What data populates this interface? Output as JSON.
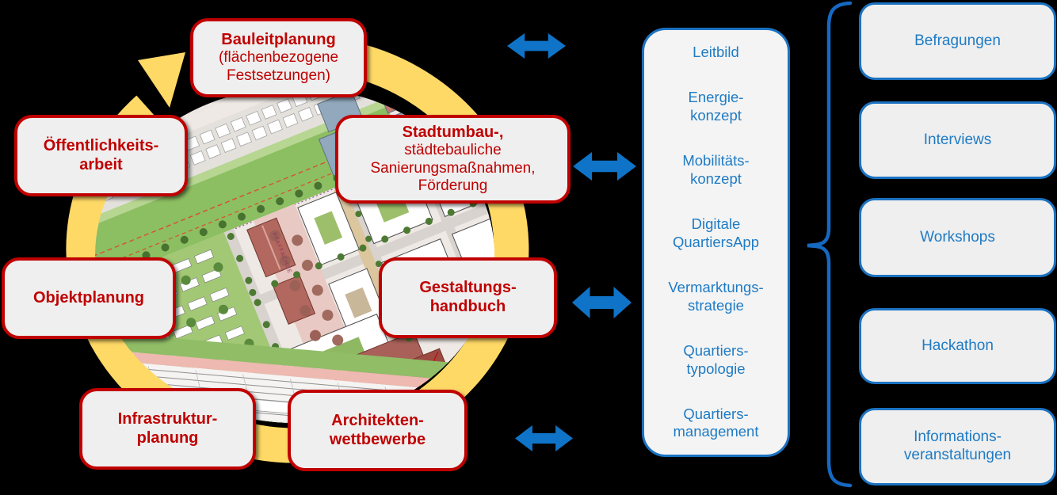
{
  "background_color": "#000000",
  "colors": {
    "node_border_red": "#c00000",
    "node_text_red": "#c00000",
    "node_fill": "#efefef",
    "blue_border": "#1b72c1",
    "blue_text": "#1f7bc4",
    "arrow_blue": "#0f74c8",
    "brace_blue": "#1668c0",
    "cycle_yellow": "#ffd966"
  },
  "cycle": {
    "nodes": [
      {
        "id": "bauleitplanung",
        "title": "Bauleitplanung",
        "subtitle": "(flächenbezogene\nFestsetzungen)"
      },
      {
        "id": "oeffentlichkeitsarbeit",
        "title": "Öffentlichkeits-\narbeit",
        "subtitle": ""
      },
      {
        "id": "stadtumbau",
        "title": "Stadtumbau-,",
        "subtitle": "städtebauliche\nSanierungsmaßnahmen,\nFörderung"
      },
      {
        "id": "objektplanung",
        "title": "Objektplanung",
        "subtitle": ""
      },
      {
        "id": "gestaltungshandbuch",
        "title": "Gestaltungs-\nhandbuch",
        "subtitle": ""
      },
      {
        "id": "infrastrukturplanung",
        "title": "Infrastruktur-\nplanung",
        "subtitle": ""
      },
      {
        "id": "architektenwettbewerbe",
        "title": "Architekten-\nwettbewerbe",
        "subtitle": ""
      }
    ]
  },
  "map": {
    "street_label": "PFAFFACHSE"
  },
  "middle_panel": {
    "items": [
      "Leitbild",
      "Energie-\nkonzept",
      "Mobilitäts-\nkonzept",
      "Digitale\nQuartiersApp",
      "Vermarktungs-\nstrategie",
      "Quartiers-\ntypologie",
      "Quartiers-\nmanagement"
    ]
  },
  "right_panel": {
    "items": [
      "Befragungen",
      "Interviews",
      "Workshops",
      "Hackathon",
      "Informations-\nveranstaltungen"
    ]
  }
}
